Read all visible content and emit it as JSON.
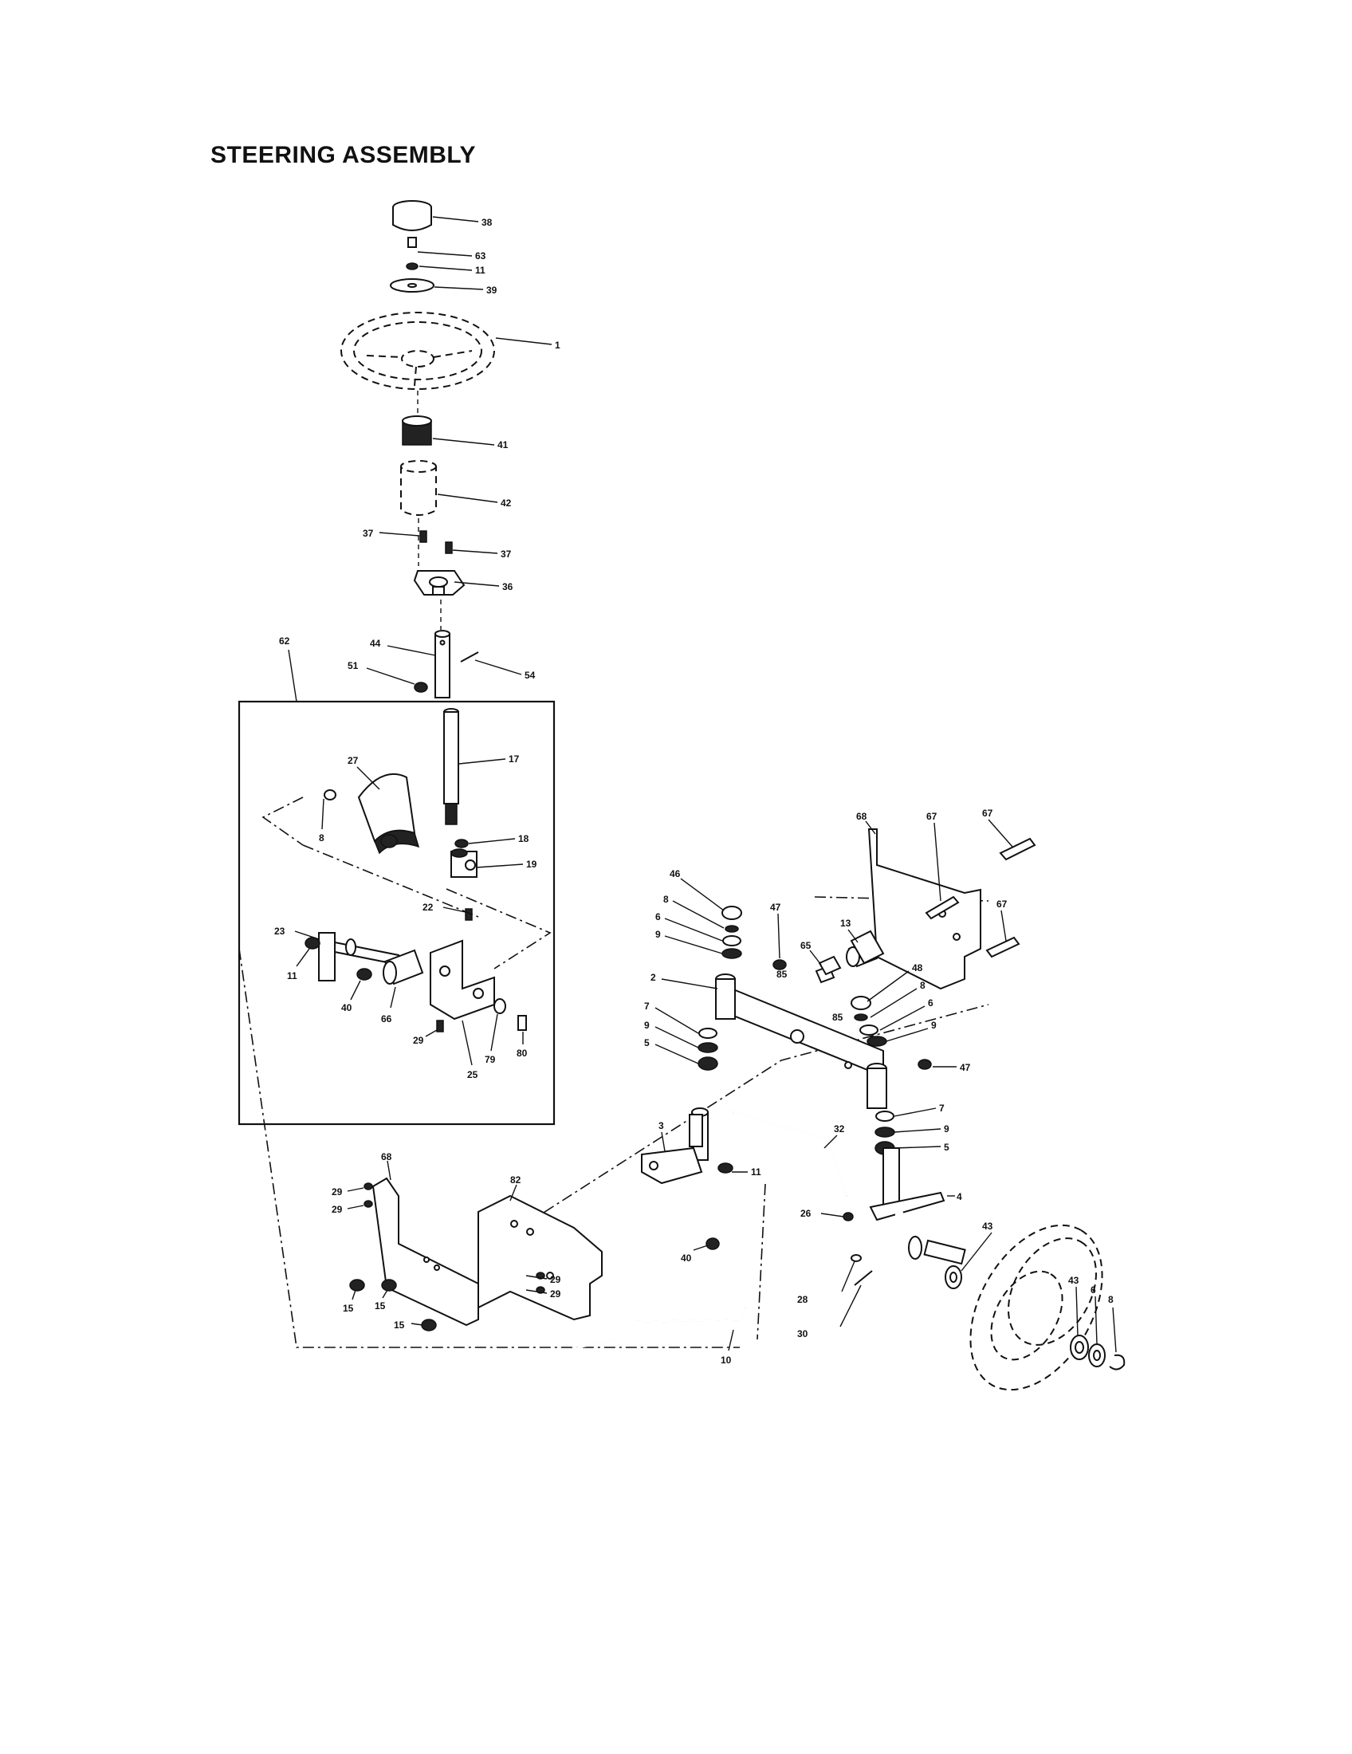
{
  "title": "STEERING ASSEMBLY",
  "callouts": [
    "38",
    "63",
    "11",
    "39",
    "1",
    "41",
    "42",
    "37",
    "37",
    "36",
    "62",
    "44",
    "51",
    "54",
    "27",
    "17",
    "8",
    "18",
    "19",
    "22",
    "23",
    "11",
    "40",
    "66",
    "29",
    "79",
    "80",
    "25",
    "68",
    "67",
    "67",
    "67",
    "46",
    "8",
    "6",
    "9",
    "47",
    "85",
    "13",
    "65",
    "2",
    "48",
    "8",
    "85",
    "6",
    "9",
    "7",
    "9",
    "5",
    "47",
    "7",
    "9",
    "5",
    "3",
    "11",
    "32",
    "4",
    "68",
    "82",
    "29",
    "29",
    "26",
    "43",
    "40",
    "29",
    "29",
    "15",
    "15",
    "15",
    "10",
    "28",
    "30",
    "43",
    "6",
    "8"
  ],
  "colors": {
    "ink": "#111111",
    "paper": "#ffffff"
  }
}
